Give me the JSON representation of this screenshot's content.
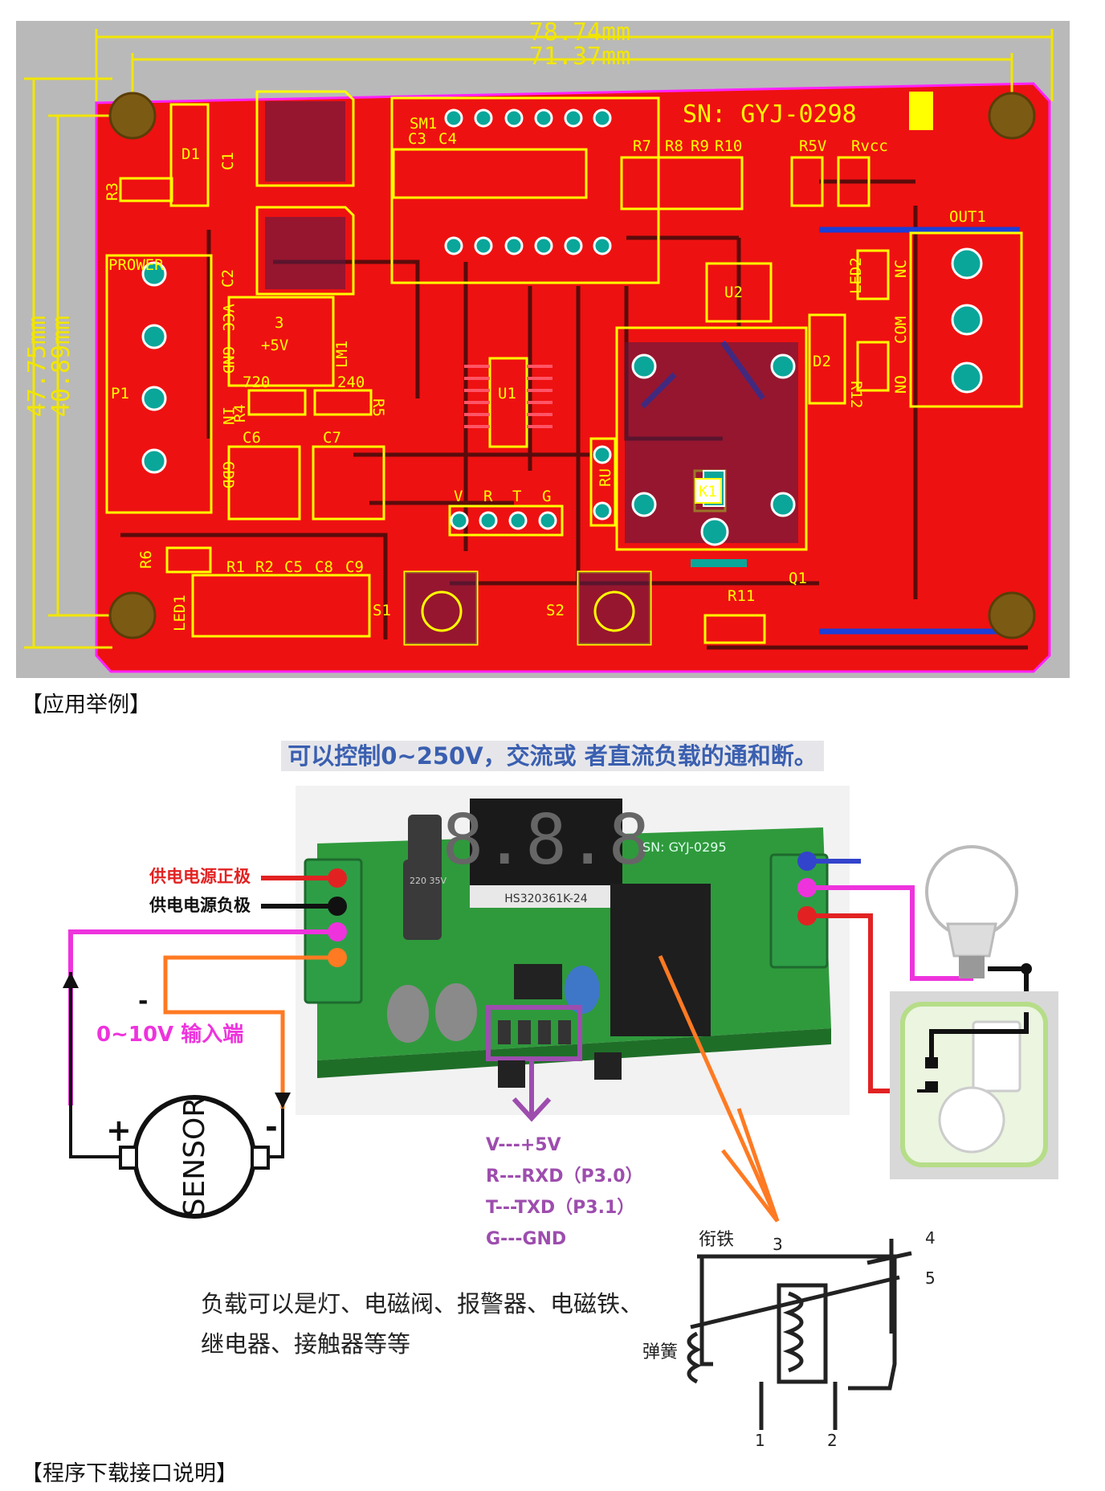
{
  "pcb": {
    "dim_outer_width": "78.74mm",
    "dim_inner_width": "71.37mm",
    "dim_outer_height": "47.75mm",
    "dim_inner_height": "40.89mm",
    "serial": "SN:  GYJ-0298",
    "labels": {
      "sm1": "SM1",
      "c3": "C3",
      "c4": "C4",
      "r7": "R7",
      "r8": "R8",
      "r9": "R9",
      "r10": "R10",
      "r5v": "R5V",
      "rvcc": "Rvcc",
      "d1": "D1",
      "c1": "C1",
      "r3": "R3",
      "c2": "C2",
      "prower": "PROWER",
      "vcc": "VCC",
      "gnd": "GND",
      "in": "IN",
      "gdd": "GDD",
      "p1": "P1",
      "three": "3",
      "plus5v": "+5V",
      "lm1": "LM1",
      "r720": "720",
      "r240": "240",
      "r4": "R4",
      "r5": "R5",
      "c6": "C6",
      "c7": "C7",
      "u1": "U1",
      "u2": "U2",
      "led2": "LED2",
      "d2": "D2",
      "r12": "R12",
      "out1": "OUT1",
      "nc": "NC",
      "com": "COM",
      "no": "NO",
      "k1": "K1",
      "ru": "RU",
      "v": "V",
      "r": "R",
      "t": "T",
      "g": "G",
      "r6": "R6",
      "r1": "R1",
      "r2": "R2",
      "c5": "C5",
      "c8": "C8",
      "c9": "C9",
      "led1": "LED1",
      "s1": "S1",
      "s2": "S2",
      "r11": "R11",
      "q1": "Q1"
    }
  },
  "headings": {
    "application": "【应用举例】",
    "program_interface": "【程序下载接口说明】"
  },
  "application": {
    "title": "可以控制0~250V，交流或 者直流负载的通和断。",
    "label_power_pos": "供电电源正极",
    "label_power_neg": "供电电源负极",
    "label_input": "0~10V 输入端",
    "sensor_text": "SENSOR",
    "sensor_plus": "+",
    "sensor_minus": "-",
    "wire_minus": "-",
    "board_display": "8.8.8",
    "board_display_part": "HS320361K-24",
    "board_serial": "SN:  GYJ-0295",
    "cap_text": "220 35V",
    "pins": [
      "V---+5V",
      "R---RXD（P3.0）",
      "T---TXD（P3.1）",
      "G---GND"
    ],
    "load_desc": "负载可以是灯、电磁阀、报警器、电磁铁、继电器、接触器等等",
    "relay_diagram": {
      "armature": "衔铁",
      "spring": "弹簧",
      "n1": "1",
      "n2": "2",
      "n3": "3",
      "n4": "4",
      "n5": "5"
    }
  },
  "colors": {
    "pcb_red": "#ee1111",
    "silk_yellow": "#ffff00",
    "pad_teal": "#0aa69a",
    "dim_yellow": "#f2e600",
    "board_green": "#2f9a3c",
    "wire_red": "#e22222",
    "wire_magenta": "#ee33dd",
    "wire_orange": "#ff7a22",
    "wire_blue": "#3344cc",
    "pin_purple": "#9d4dae",
    "title_blue": "#3a5fb0"
  }
}
